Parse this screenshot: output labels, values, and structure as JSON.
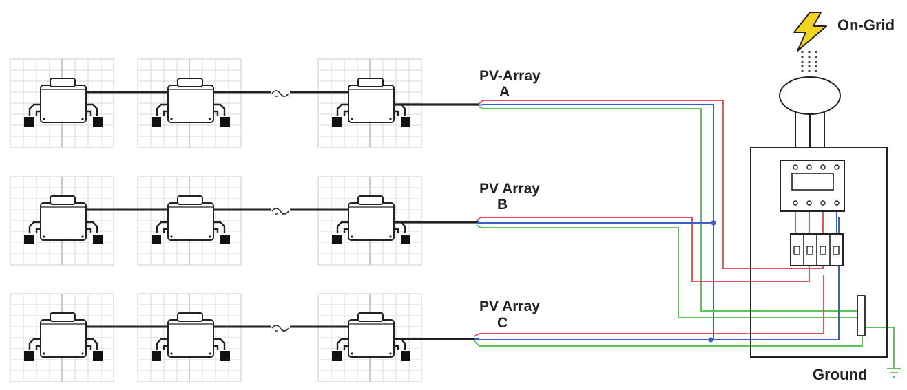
{
  "diagram": {
    "grid_label": "On-Grid",
    "ground_label": "Ground",
    "arrays": [
      {
        "name": "PV-Array",
        "letter": "A"
      },
      {
        "name": "PV Array",
        "letter": "B"
      },
      {
        "name": "PV Array",
        "letter": "C"
      }
    ],
    "colors": {
      "line_red": "#e8505b",
      "line_blue": "#3a5fc8",
      "line_green": "#5ec35a",
      "bolt": "#f3d321",
      "ink": "#222222"
    },
    "icons": [
      "lightning-bolt-icon",
      "ground-symbol-icon"
    ]
  }
}
